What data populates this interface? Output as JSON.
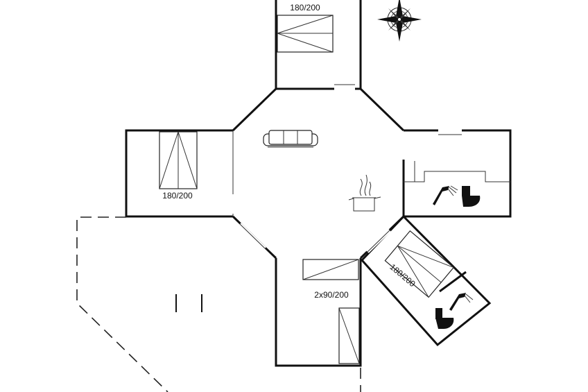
{
  "rooms": {
    "bedroom_north": {
      "bed_label": "180/200"
    },
    "bedroom_west": {
      "bed_label": "180/200"
    },
    "bedroom_south": {
      "bed_label": "2x90/200"
    },
    "bedroom_southeast": {
      "bed_label": "180/200"
    }
  },
  "icons": {
    "compass": "compass-rose-icon",
    "sofa": "sofa-icon",
    "kitchen": "cooking-pot-icon",
    "shower": "shower-icon",
    "toilet": "toilet-icon"
  },
  "colors": {
    "wall": "#111111",
    "background": "#ffffff"
  }
}
